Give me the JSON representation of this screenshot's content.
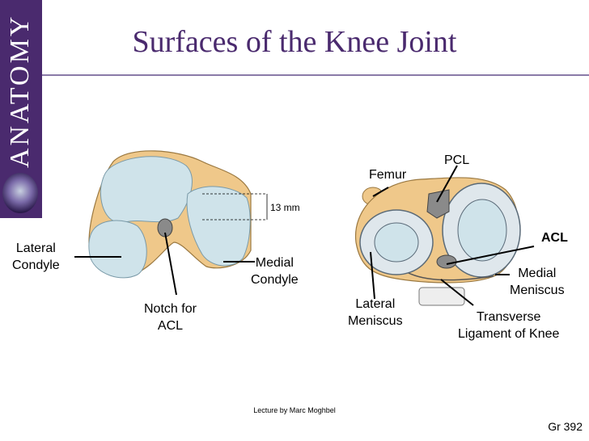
{
  "sidebar": {
    "banner_text": "ANATOMY"
  },
  "slide": {
    "title": "Surfaces of the Knee Joint",
    "footer": "Lecture by Marc Moghbel",
    "reference": "Gr 392"
  },
  "figure_left": {
    "measurement": "13 mm",
    "labels": {
      "lateral_condyle_1": "Lateral",
      "lateral_condyle_2": "Condyle",
      "medial_condyle_1": "Medial",
      "medial_condyle_2": "Condyle",
      "notch_1": "Notch for",
      "notch_2": "ACL"
    }
  },
  "figure_right": {
    "labels": {
      "femur": "Femur",
      "pcl": "PCL",
      "acl": "ACL",
      "medial_meniscus_1": "Medial",
      "medial_meniscus_2": "Meniscus",
      "lateral_meniscus_1": "Lateral",
      "lateral_meniscus_2": "Meniscus",
      "transverse_1": "Transverse",
      "transverse_2": "Ligament of Knee"
    }
  },
  "colors": {
    "banner": "#4a2a6e",
    "title": "#4a2a6e",
    "cartilage": "#cfe3ea",
    "bone": "#efc88a"
  }
}
